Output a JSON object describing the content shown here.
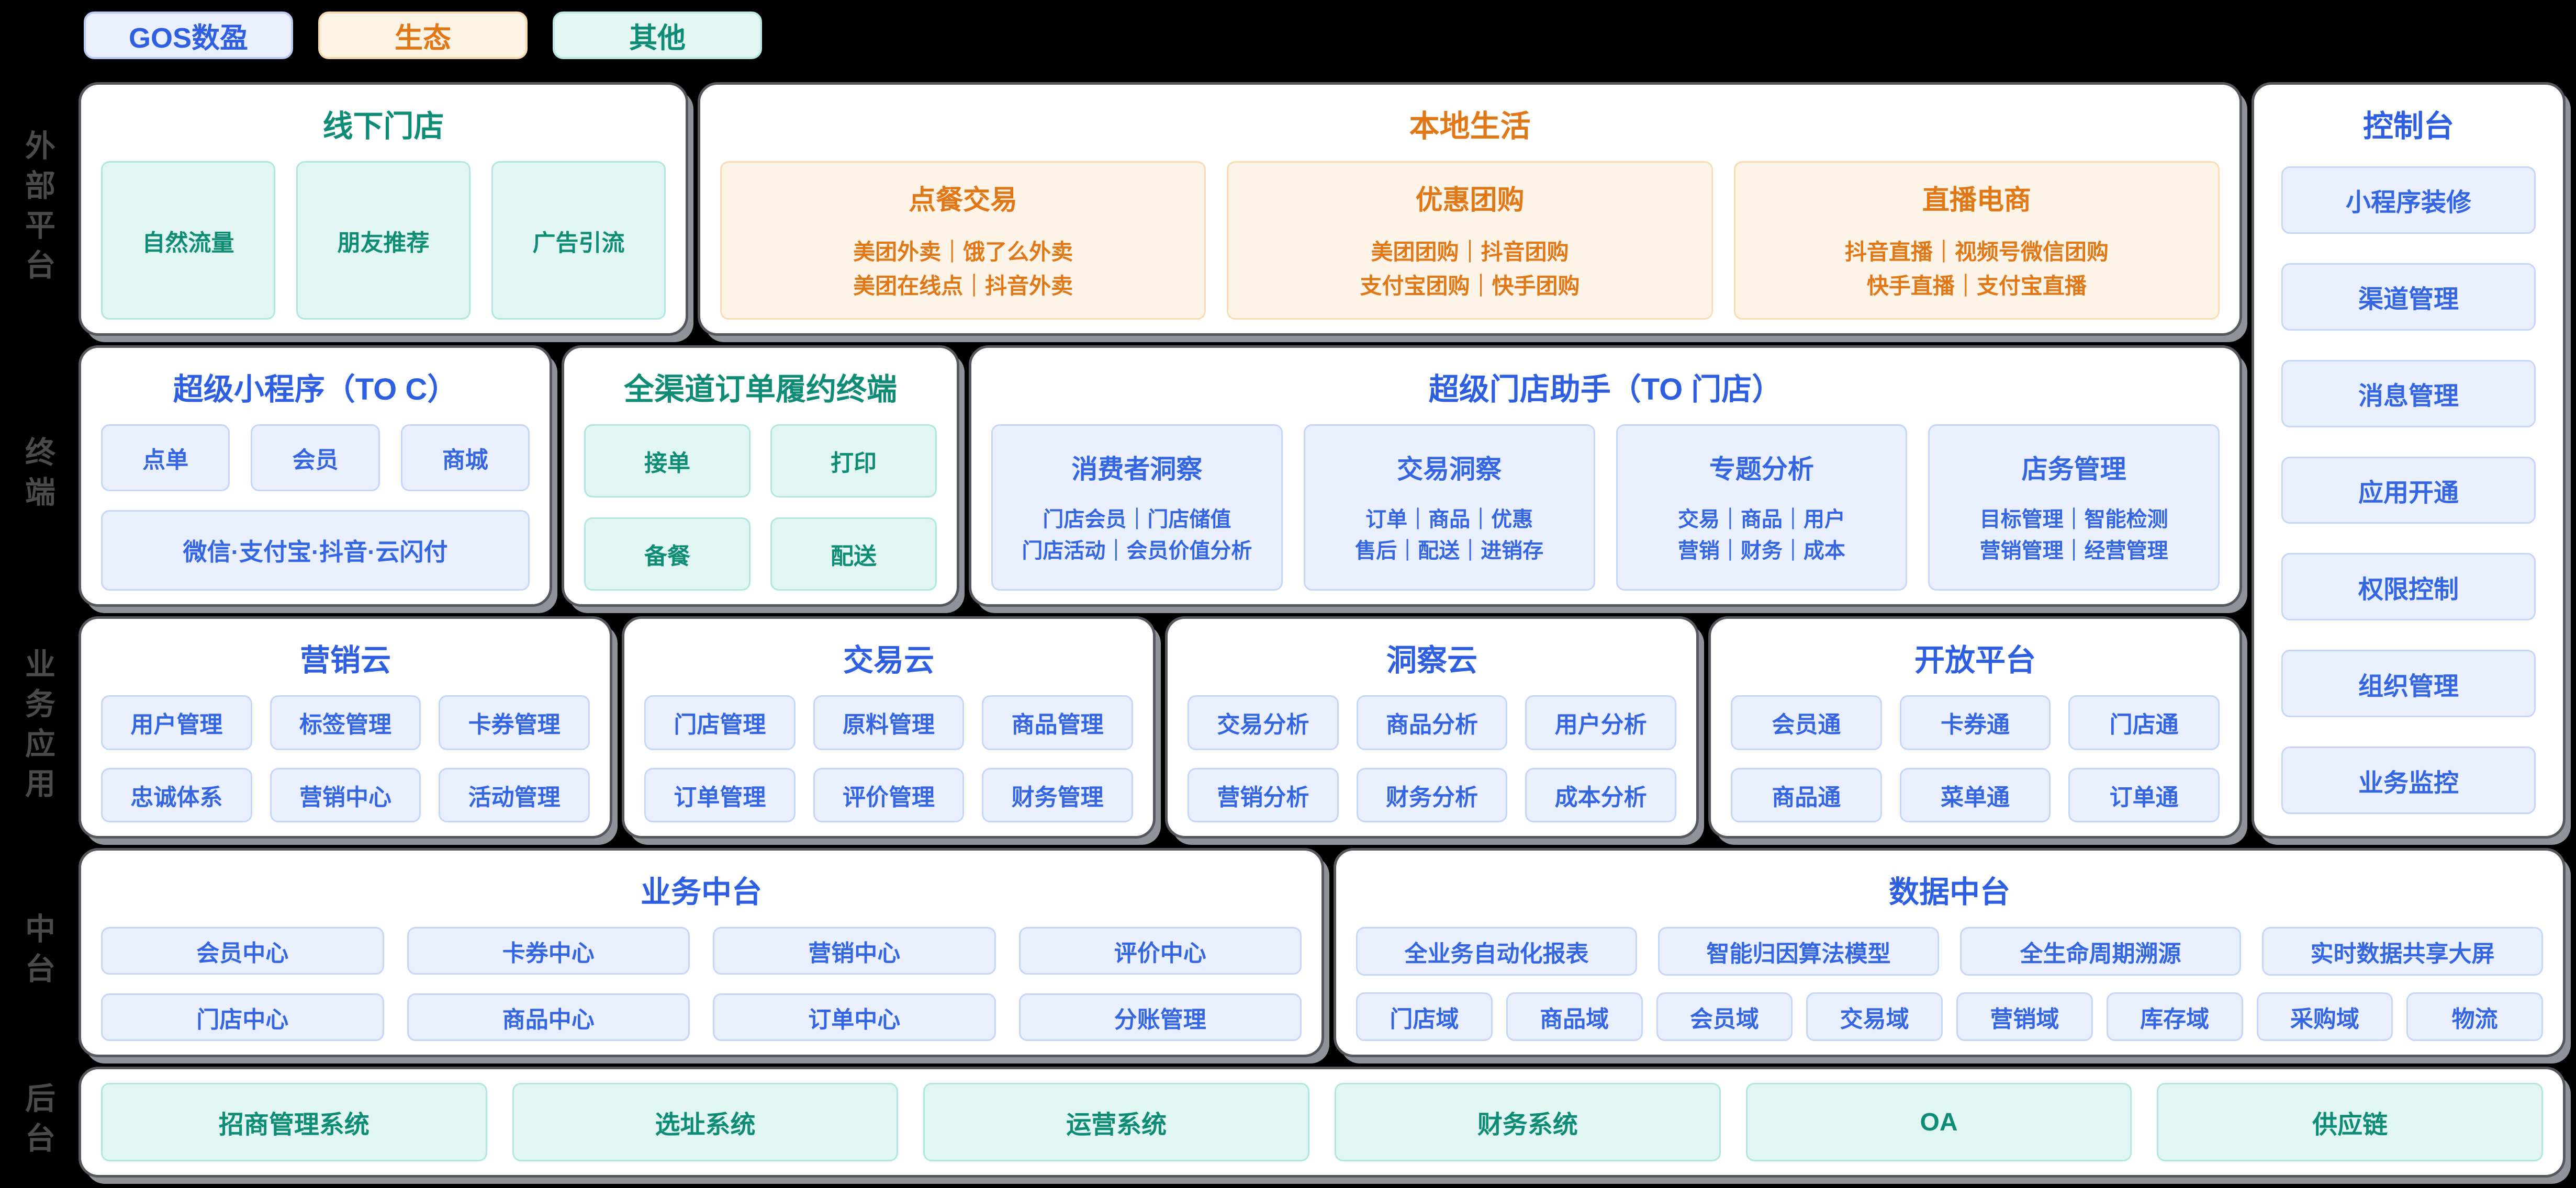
{
  "legend": {
    "items": [
      {
        "label": "GOS数盈",
        "theme": "blue"
      },
      {
        "label": "生态",
        "theme": "orange"
      },
      {
        "label": "其他",
        "theme": "teal"
      }
    ]
  },
  "side_labels": {
    "external_platform": "外部平台",
    "terminal": "终端",
    "business_apps": "业务应用",
    "middle_platform": "中台",
    "backend": "后台"
  },
  "offline_store": {
    "title": "线下门店",
    "cards": [
      "自然流量",
      "朋友推荐",
      "广告引流"
    ]
  },
  "local_life": {
    "title": "本地生活",
    "cards": [
      {
        "title": "点餐交易",
        "lines": [
          "美团外卖｜饿了么外卖",
          "美团在线点｜抖音外卖"
        ]
      },
      {
        "title": "优惠团购",
        "lines": [
          "美团团购｜抖音团购",
          "支付宝团购｜快手团购"
        ]
      },
      {
        "title": "直播电商",
        "lines": [
          "抖音直播｜视频号微信团购",
          "快手直播｜支付宝直播"
        ]
      }
    ]
  },
  "console": {
    "title": "控制台",
    "items": [
      "小程序装修",
      "渠道管理",
      "消息管理",
      "应用开通",
      "权限控制",
      "组织管理",
      "业务监控"
    ]
  },
  "super_miniapp": {
    "title": "超级小程序（TO C）",
    "cards": [
      "点单",
      "会员",
      "商城"
    ],
    "wide_card": "微信·支付宝·抖音·云闪付"
  },
  "omni_order_terminal": {
    "title": "全渠道订单履约终端",
    "cards": [
      "接单",
      "打印",
      "备餐",
      "配送"
    ]
  },
  "store_assistant": {
    "title": "超级门店助手（TO 门店）",
    "cards": [
      {
        "title": "消费者洞察",
        "lines": [
          "门店会员｜门店储值",
          "门店活动｜会员价值分析"
        ]
      },
      {
        "title": "交易洞察",
        "lines": [
          "订单｜商品｜优惠",
          "售后｜配送｜进销存"
        ]
      },
      {
        "title": "专题分析",
        "lines": [
          "交易｜商品｜用户",
          "营销｜财务｜成本"
        ]
      },
      {
        "title": "店务管理",
        "lines": [
          "目标管理｜智能检测",
          "营销管理｜经营管理"
        ]
      }
    ]
  },
  "marketing_cloud": {
    "title": "营销云",
    "cards": [
      "用户管理",
      "标签管理",
      "卡券管理",
      "忠诚体系",
      "营销中心",
      "活动管理"
    ]
  },
  "trade_cloud": {
    "title": "交易云",
    "cards": [
      "门店管理",
      "原料管理",
      "商品管理",
      "订单管理",
      "评价管理",
      "财务管理"
    ]
  },
  "insight_cloud": {
    "title": "洞察云",
    "cards": [
      "交易分析",
      "商品分析",
      "用户分析",
      "营销分析",
      "财务分析",
      "成本分析"
    ]
  },
  "open_platform": {
    "title": "开放平台",
    "cards": [
      "会员通",
      "卡券通",
      "门店通",
      "商品通",
      "菜单通",
      "订单通"
    ]
  },
  "business_middle": {
    "title": "业务中台",
    "cards": [
      "会员中心",
      "卡券中心",
      "营销中心",
      "评价中心",
      "门店中心",
      "商品中心",
      "订单中心",
      "分账管理"
    ]
  },
  "data_middle": {
    "title": "数据中台",
    "feature_cards": [
      "全业务自动化报表",
      "智能归因算法模型",
      "全生命周期溯源",
      "实时数据共享大屏"
    ],
    "domain_cards": [
      "门店域",
      "商品域",
      "会员域",
      "交易域",
      "营销域",
      "库存域",
      "采购域",
      "物流"
    ]
  },
  "backend_systems": {
    "cards": [
      "招商管理系统",
      "选址系统",
      "运营系统",
      "财务系统",
      "OA",
      "供应链"
    ]
  },
  "colors": {
    "blue": "#2e5fe0",
    "teal": "#0f8c75",
    "orange": "#e07818",
    "card_blue_bg": "#e9effd",
    "card_teal_bg": "#e1f5f2",
    "card_orange_bg": "#fdf3e6",
    "box_border": "#55585d",
    "background": "#000000",
    "side_label_gray": "#4a4a4a"
  }
}
